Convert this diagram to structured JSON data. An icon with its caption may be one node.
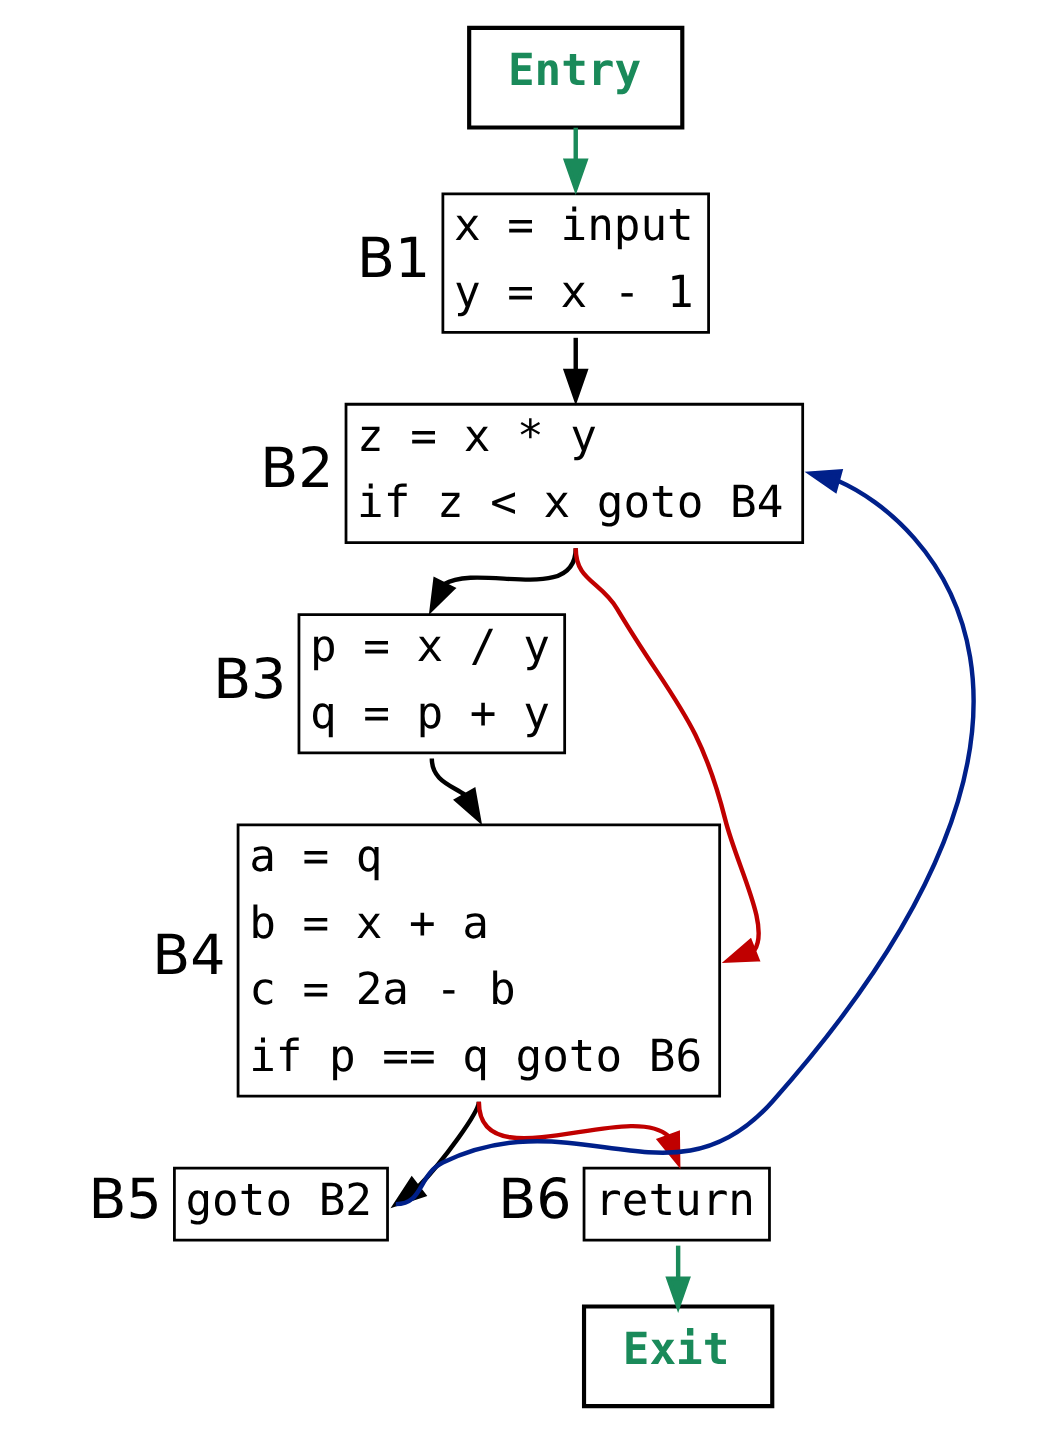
{
  "diagram": {
    "nodes": [
      {
        "text": [
          "Entry"
        ]
      },
      {
        "text": [
          "x = input",
          "y = x - 1"
        ],
        "beside": [
          "B1"
        ]
      },
      {
        "text": [
          "z = x * y",
          "if z < x goto B4"
        ],
        "beside": [
          "B2"
        ]
      },
      {
        "text": [
          "p = x / y",
          "q = p + y"
        ],
        "beside": [
          "B3"
        ]
      },
      {
        "text": [
          "a = q",
          "b = x + a",
          "c = 2a - b",
          "if p == q goto B6"
        ],
        "beside": [
          "B4"
        ]
      },
      {
        "text": [
          "goto B2"
        ],
        "beside": [
          "B5"
        ]
      },
      {
        "text": [
          "return"
        ],
        "beside": [
          "B6"
        ]
      },
      {
        "text": [
          "Exit"
        ]
      }
    ],
    "edges": [
      {
        "from": 0,
        "to": 1,
        "arrow": "to",
        "color": "#1a8a5a"
      },
      {
        "from": 1,
        "to": 2,
        "arrow": "to"
      },
      {
        "from": 2,
        "to": 3,
        "arrow": "to"
      },
      {
        "from": 2,
        "to": 4,
        "arrow": "to",
        "color": "#c00000"
      },
      {
        "from": 3,
        "to": 4,
        "arrow": "to"
      },
      {
        "from": 4,
        "to": 5,
        "arrow": "to"
      },
      {
        "from": 5,
        "to": 2,
        "arrow": "to",
        "color": "#00208a"
      },
      {
        "from": 4,
        "to": 6,
        "arrow": "to",
        "color": "#c00000"
      },
      {
        "from": 6,
        "to": 7,
        "arrow": "to",
        "color": "#1a8a5a"
      }
    ]
  }
}
